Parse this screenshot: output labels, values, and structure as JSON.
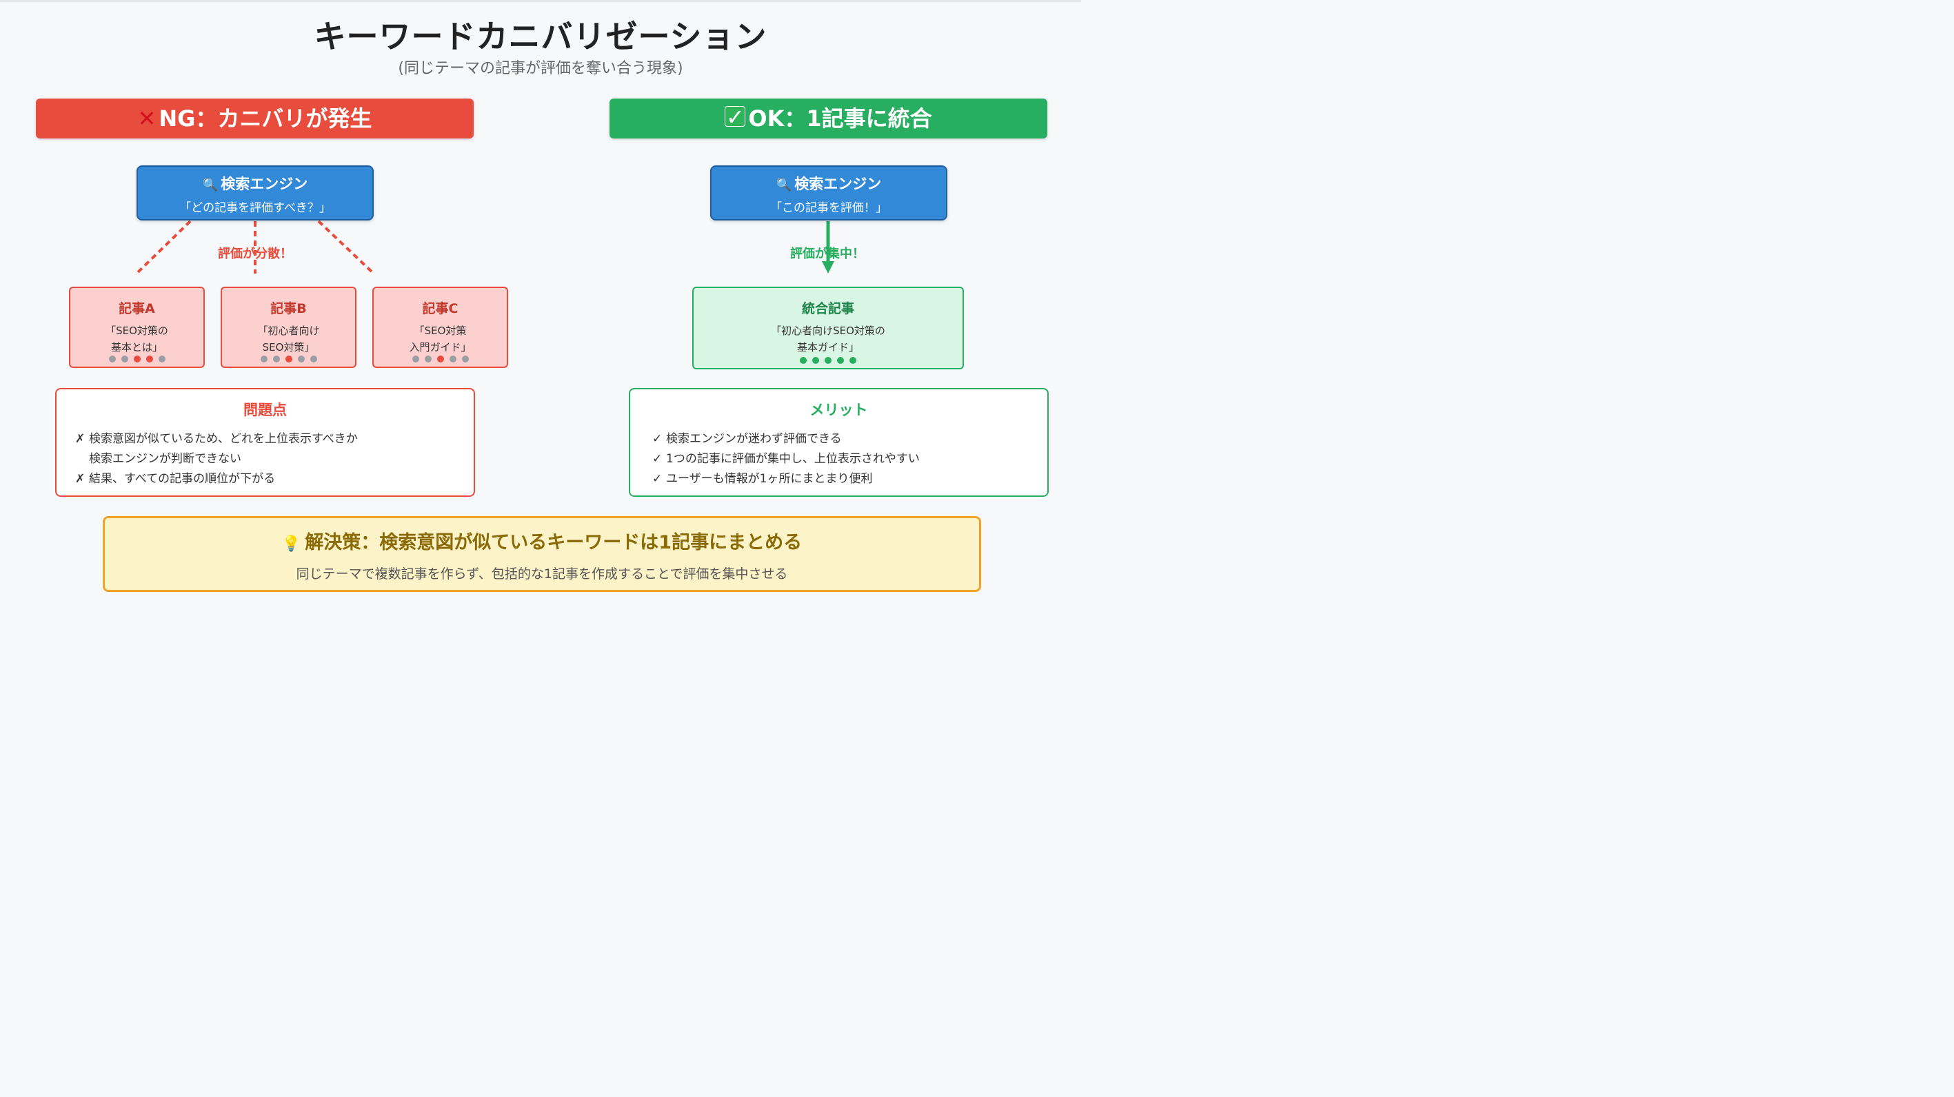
{
  "title": "キーワードカニバリゼーション",
  "subtitle": "(同じテーマの記事が評価を奪い合う現象)",
  "ng": {
    "banner": "NG：カニバリが発生",
    "engine_title": "検索エンジン",
    "engine_question": "「どの記事を評価すべき？」",
    "flow_label": "評価が分散！",
    "articles": [
      {
        "title": "記事A",
        "desc": "「SEO対策の\n基本とは」",
        "dots": [
          "gray",
          "gray",
          "red",
          "red",
          "gray"
        ]
      },
      {
        "title": "記事B",
        "desc": "「初心者向け\nSEO対策」",
        "dots": [
          "gray",
          "gray",
          "red",
          "gray",
          "gray"
        ]
      },
      {
        "title": "記事C",
        "desc": "「SEO対策\n入門ガイド」",
        "dots": [
          "gray",
          "gray",
          "red",
          "gray",
          "gray"
        ]
      }
    ],
    "panel_title": "問題点",
    "panel_items": [
      {
        "bullet": "✗",
        "text": "検索意図が似ているため、どれを上位表示すべきか\n  検索エンジンが判断できない"
      },
      {
        "bullet": "✗",
        "text": "結果、すべての記事の順位が下がる"
      }
    ]
  },
  "ok": {
    "banner": "OK：1記事に統合",
    "engine_title": "検索エンジン",
    "engine_question": "「この記事を評価！」",
    "flow_label": "評価が集中！",
    "article": {
      "title": "統合記事",
      "desc": "「初心者向けSEO対策の\n基本ガイド」",
      "dots": [
        "green",
        "green",
        "green",
        "green",
        "green"
      ]
    },
    "panel_title": "メリット",
    "panel_items": [
      {
        "bullet": "✓",
        "text": "検索エンジンが迷わず評価できる"
      },
      {
        "bullet": "✓",
        "text": "1つの記事に評価が集中し、上位表示されやすい"
      },
      {
        "bullet": "✓",
        "text": "ユーザーも情報が1ヶ所にまとまり便利"
      }
    ]
  },
  "solution": {
    "title": "解決策：検索意図が似ているキーワードは1記事にまとめる",
    "desc": "同じテーマで複数記事を作らず、包括的な1記事を作成することで評価を集中させる"
  },
  "icons": {
    "ng_mark": "cross-mark-icon",
    "ok_mark": "check-mark-icon",
    "engine": "magnifier-icon",
    "solution": "light-bulb-icon"
  },
  "colors": {
    "ng": "#e74c3c",
    "ok": "#27ae60",
    "engine": "#3189d8",
    "solution_border": "#f0a52a",
    "solution_bg": "#fdf3c8"
  }
}
